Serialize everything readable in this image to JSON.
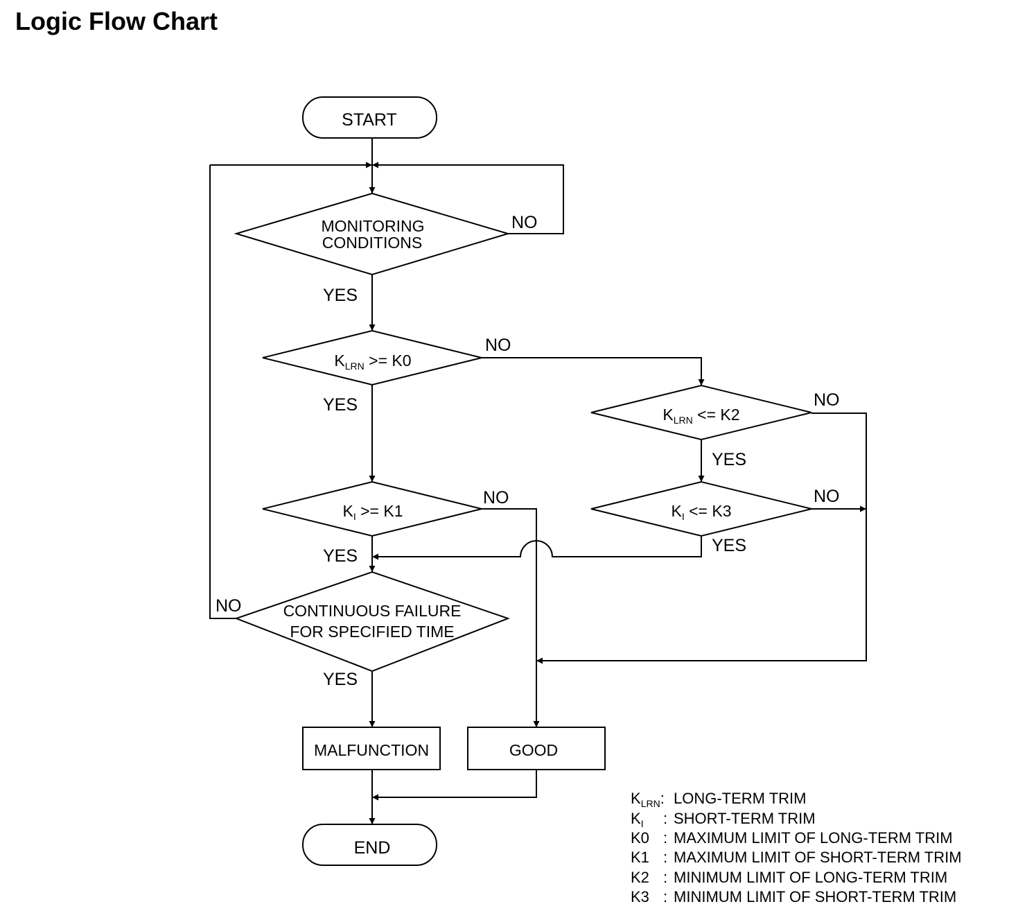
{
  "title": "Logic Flow Chart",
  "nodes": {
    "start": "START",
    "monitoring": [
      "MONITORING",
      "CONDITIONS"
    ],
    "klrn_k0": {
      "k": "K",
      "sub": "LRN",
      "rest": " >= K0"
    },
    "ki_k1": {
      "k": "K",
      "sub": "I",
      "rest": " >= K1"
    },
    "klrn_k2": {
      "k": "K",
      "sub": "LRN",
      "rest": " <= K2"
    },
    "ki_k3": {
      "k": "K",
      "sub": "I",
      "rest": " <= K3"
    },
    "continuous": [
      "CONTINUOUS FAILURE",
      "FOR SPECIFIED TIME"
    ],
    "malfunction": "MALFUNCTION",
    "good": "GOOD",
    "end": "END"
  },
  "edge_labels": {
    "monitoring_no": "NO",
    "monitoring_yes": "YES",
    "k0_no": "NO",
    "k0_yes": "YES",
    "k2_no": "NO",
    "k2_yes": "YES",
    "k1_no": "NO",
    "k1_yes": "YES",
    "k3_no": "NO",
    "k3_yes": "YES",
    "continuous_no": "NO",
    "continuous_yes": "YES"
  },
  "legend": [
    {
      "k": "K",
      "sub": "LRN",
      "sep": ": ",
      "desc": "LONG-TERM TRIM"
    },
    {
      "k": "K",
      "sub": "I",
      "sep": "    : ",
      "desc": "SHORT-TERM TRIM"
    },
    {
      "k": "K0",
      "sub": "",
      "sep": "  : ",
      "desc": "MAXIMUM LIMIT OF LONG-TERM TRIM"
    },
    {
      "k": "K1",
      "sub": "",
      "sep": "  : ",
      "desc": "MAXIMUM LIMIT OF SHORT-TERM TRIM"
    },
    {
      "k": "K2",
      "sub": "",
      "sep": "  : ",
      "desc": "MINIMUM LIMIT OF LONG-TERM TRIM"
    },
    {
      "k": "K3",
      "sub": "",
      "sep": "  : ",
      "desc": "MINIMUM LIMIT OF SHORT-TERM TRIM"
    }
  ]
}
